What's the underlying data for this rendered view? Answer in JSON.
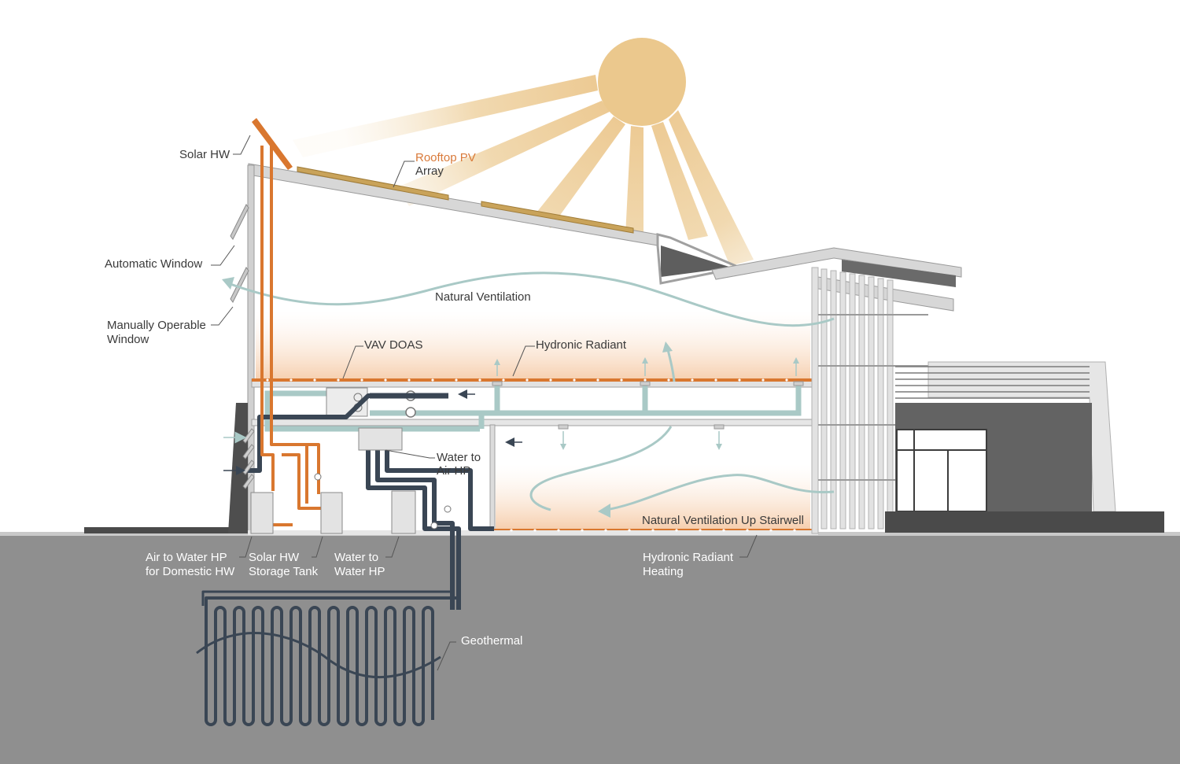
{
  "labels": {
    "solar_hw": "Solar HW",
    "rooftop_pv_line1": "Rooftop PV",
    "rooftop_pv_line2": "Array",
    "automatic_window": "Automatic Window",
    "manual_window_line1": "Manually Operable",
    "manual_window_line2": "Window",
    "natural_ventilation": "Natural Ventilation",
    "vav_doas": "VAV DOAS",
    "hydronic_radiant": "Hydronic Radiant",
    "water_to_air_hp_line1": "Water to",
    "water_to_air_hp_line2": "Air HP",
    "nat_vent_stairwell": "Natural Ventilation Up Stairwell",
    "air_to_water_hp_line1": "Air to Water HP",
    "air_to_water_hp_line2": "for Domestic HW",
    "solar_hw_tank_line1": "Solar HW",
    "solar_hw_tank_line2": "Storage Tank",
    "water_to_water_hp_line1": "Water to",
    "water_to_water_hp_line2": "Water HP",
    "hydronic_radiant_heating_line1": "Hydronic Radiant",
    "hydronic_radiant_heating_line2": "Heating",
    "geothermal": "Geothermal"
  },
  "colors": {
    "sun": "#ecc98e",
    "hot_water": "#d9772f",
    "chilled_loop": "#3a4654",
    "air_duct": "#a9c9c6",
    "ground": "#8f8f8f",
    "structure": "#d9d9d9",
    "dark_cladding": "#636363"
  }
}
